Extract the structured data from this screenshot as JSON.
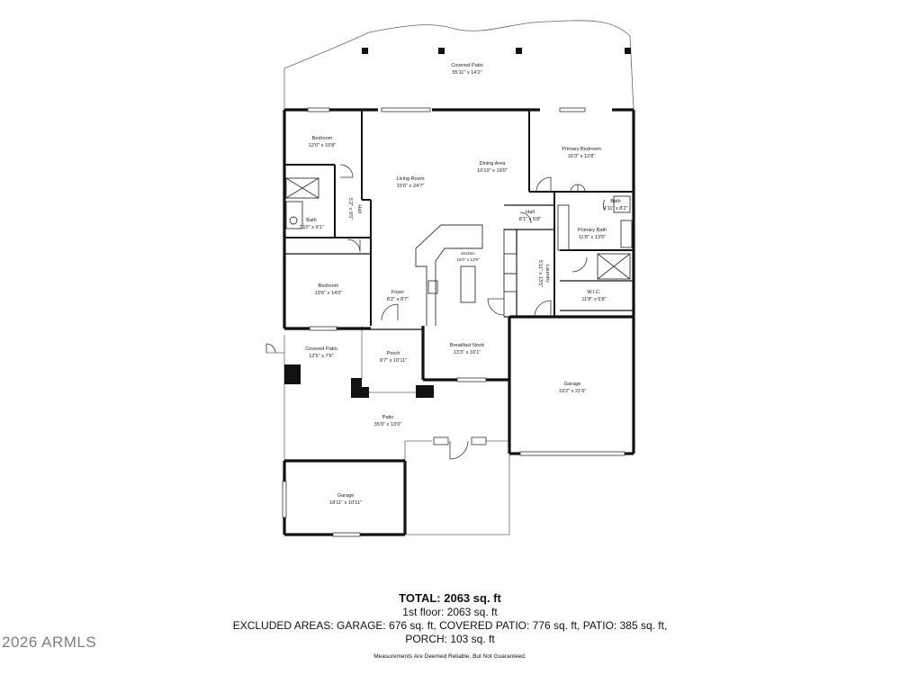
{
  "rooms": [
    {
      "id": "covered-patio-top",
      "name": "Covered Patio",
      "dims": "55'11\" x 14'2\""
    },
    {
      "id": "bedroom-nw",
      "name": "Bedroom",
      "dims": "12'0\" x 10'8\""
    },
    {
      "id": "living-room",
      "name": "Living Room",
      "dims": "15'6\" x 24'7\""
    },
    {
      "id": "dining-area",
      "name": "Dining Area",
      "dims": "10'10\" x 19'0\""
    },
    {
      "id": "primary-bedroom",
      "name": "Primary Bedroom",
      "dims": "16'3\" x 12'8\""
    },
    {
      "id": "bath-west",
      "name": "Bath",
      "dims": "7'10\" x 9'1\""
    },
    {
      "id": "hall-west",
      "name": "Hall",
      "dims": "5'2\" x 9'5\""
    },
    {
      "id": "hall-east",
      "name": "Hall",
      "dims": "8'1\" x 5'8\""
    },
    {
      "id": "bath-primary",
      "name": "Bath",
      "dims": "4'11\" x 8'2\""
    },
    {
      "id": "primary-bath",
      "name": "Primary Bath",
      "dims": "11'8\" x 13'5\""
    },
    {
      "id": "kitchen",
      "name": "Kitchen",
      "dims": "15'0\" x 13'9\""
    },
    {
      "id": "laundry",
      "name": "Laundry",
      "dims": "5'11\" x 13'5\""
    },
    {
      "id": "bedroom-w",
      "name": "Bedroom",
      "dims": "13'6\" x 14'0\""
    },
    {
      "id": "foyer",
      "name": "Foyer",
      "dims": "8'2\" x 8'7\""
    },
    {
      "id": "wic",
      "name": "W.I.C.",
      "dims": "11'8\" x 5'8\""
    },
    {
      "id": "covered-patio-w",
      "name": "Covered Patio",
      "dims": "12'5\" x 7'6\""
    },
    {
      "id": "porch",
      "name": "Porch",
      "dims": "9'7\" x 10'11\""
    },
    {
      "id": "breakfast-nook",
      "name": "Breakfast Nook",
      "dims": "13'3\" x 10'1\""
    },
    {
      "id": "garage-main",
      "name": "Garage",
      "dims": "19'2\" x 21'6\""
    },
    {
      "id": "patio",
      "name": "Patio",
      "dims": "35'9\" x 13'0\""
    },
    {
      "id": "garage-small",
      "name": "Garage",
      "dims": "18'11\" x 10'11\""
    }
  ],
  "summary": {
    "total": "TOTAL: 2063 sq. ft",
    "floor1": "1st floor: 2063 sq. ft",
    "excluded_line1": "EXCLUDED AREAS: GARAGE: 676 sq. ft, COVERED PATIO: 776 sq. ft, PATIO: 385 sq. ft,",
    "excluded_line2": "PORCH: 103 sq. ft",
    "disclaimer": "Measurements Are Deemed Reliable, But Not Guaranteed."
  },
  "watermark": "2026 ARMLS"
}
